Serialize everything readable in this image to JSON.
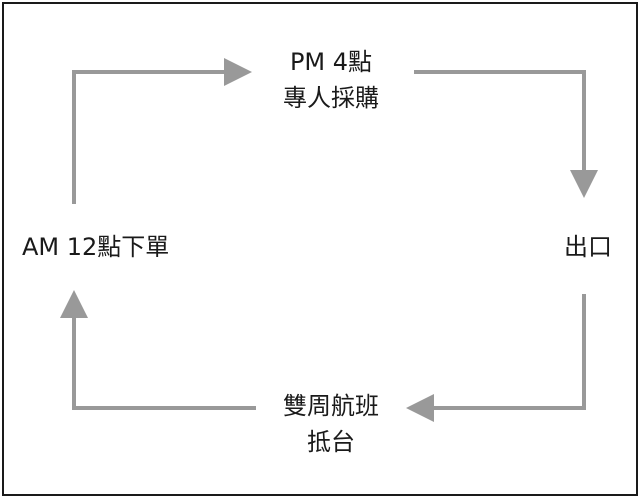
{
  "nodes": {
    "top": [
      "PM 4點",
      "專人採購"
    ],
    "right": [
      "出口"
    ],
    "bottom": [
      "雙周航班",
      "抵台"
    ],
    "left": [
      "AM 12點下單"
    ]
  },
  "colors": {
    "arrow": "#999999",
    "text": "#1a1a1a",
    "border": "#1a1a1a",
    "background": "#ffffff"
  }
}
